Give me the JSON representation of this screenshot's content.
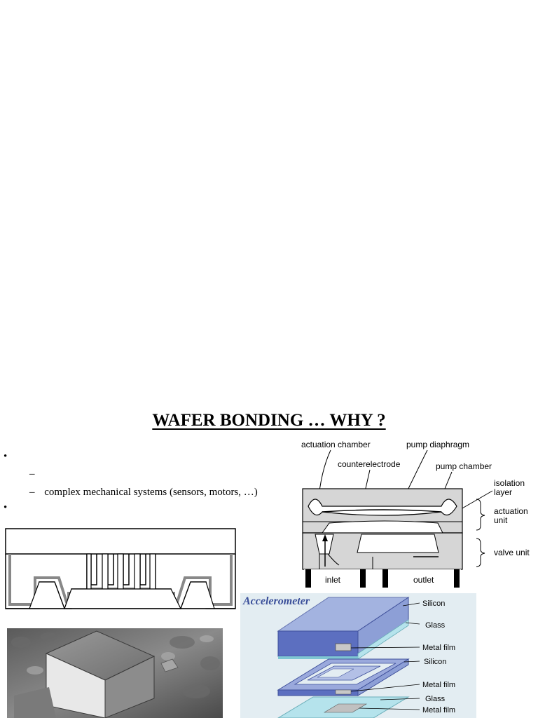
{
  "page": {
    "title": "WAFER BONDING … WHY ?",
    "bullets": [
      {
        "marker": "•",
        "text": ""
      },
      {
        "marker": "–",
        "text": ""
      },
      {
        "marker": "–",
        "text": "complex mechanical systems (sensors, motors, …)"
      },
      {
        "marker": "•",
        "text": ""
      }
    ]
  },
  "pump_figure": {
    "labels": {
      "actuation_chamber": "actuation chamber",
      "pump_diaphragm": "pump diaphragm",
      "counterelectrode": "counterelectrode",
      "pump_chamber": "pump chamber",
      "isolation_layer_1": "isolation",
      "isolation_layer_2": "layer",
      "actuation_unit_1": "actuation",
      "actuation_unit_2": "unit",
      "valve_unit": "valve unit",
      "inlet": "inlet",
      "outlet": "outlet"
    }
  },
  "accelerometer_figure": {
    "title": "Accelerometer",
    "labels": [
      "Silicon",
      "Glass",
      "Metal film",
      "Silicon",
      "Metal film",
      "Glass",
      "Metal film"
    ]
  }
}
